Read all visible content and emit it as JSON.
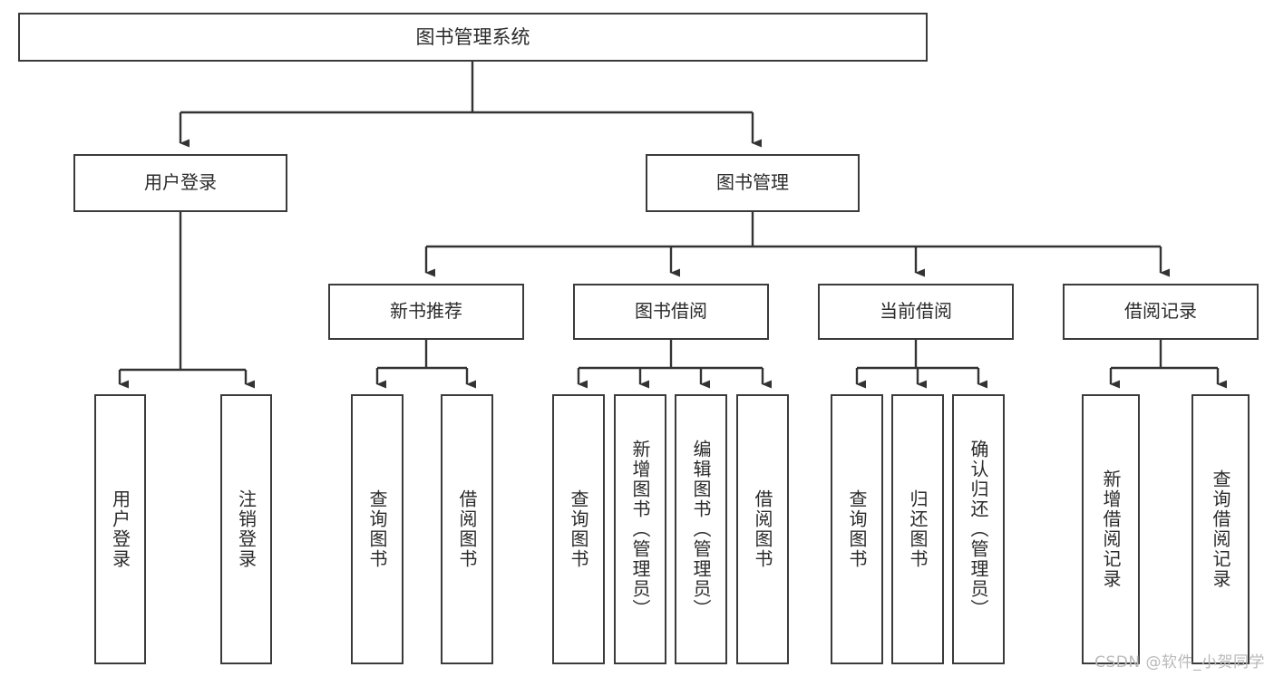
{
  "diagram": {
    "title": "图书管理系统",
    "type": "functional-structure-tree",
    "root": {
      "label": "图书管理系统"
    },
    "level2": [
      {
        "label": "用户登录"
      },
      {
        "label": "图书管理"
      }
    ],
    "level3": [
      {
        "label": "新书推荐"
      },
      {
        "label": "图书借阅"
      },
      {
        "label": "当前借阅"
      },
      {
        "label": "借阅记录"
      }
    ],
    "leaves": {
      "user_login": [
        {
          "label": "用户登录"
        },
        {
          "label": "注销登录"
        }
      ],
      "new_book_recommend": [
        {
          "label": "查询图书"
        },
        {
          "label": "借阅图书"
        }
      ],
      "book_borrow": [
        {
          "label": "查询图书"
        },
        {
          "label": "新增图书（管理员）"
        },
        {
          "label": "编辑图书（管理员）"
        },
        {
          "label": "借阅图书"
        }
      ],
      "current_borrow": [
        {
          "label": "查询图书"
        },
        {
          "label": "归还图书"
        },
        {
          "label": "确认归还（管理员）"
        }
      ],
      "borrow_record": [
        {
          "label": "新增借阅记录"
        },
        {
          "label": "查询借阅记录"
        }
      ]
    }
  },
  "watermark": {
    "text": "CSDN @软件_小贺同学"
  },
  "colors": {
    "border": "#3b3b3b",
    "text": "#2b2b2b",
    "background": "#ffffff",
    "connector": "#333333",
    "watermark": "#b9b9b9"
  }
}
